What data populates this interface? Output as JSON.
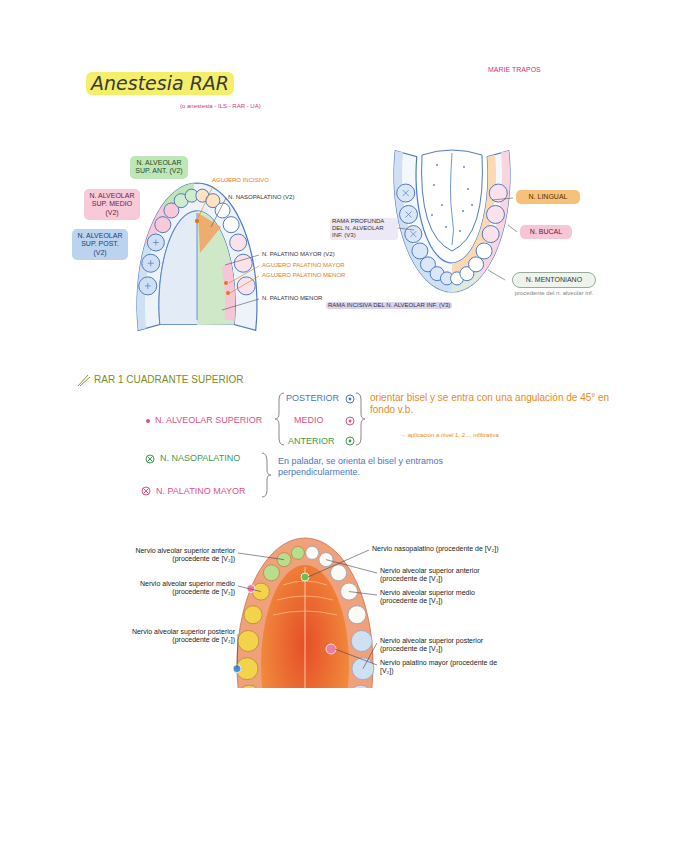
{
  "diagram": {
    "title": "Anestesia RAR",
    "nodes": [
      {
        "text": [
          "N. ALVEOLAR SUP. ANT. (V2)"
        ]
      },
      {
        "text": [
          "N. ALVEOLAR SUP. MEDIO (V2)"
        ]
      },
      {
        "text": [
          "N. ALVEOLAR SUP. POST. (V2)"
        ]
      },
      {
        "text": [
          "N. LINGUAL"
        ]
      },
      {
        "text": [
          "N. BUCAL"
        ]
      },
      {
        "text": [
          "N. MENTONIANO",
          "procedente del n. alveolar inf."
        ]
      }
    ],
    "labels": [
      "MARIE TRAPOS",
      "(o anestesia - ILS - RAR - UA)",
      "AGUJERO INCISIVO",
      "N. NASOPALATINO (V2)",
      "N. PALATINO MAYOR (V2)",
      "AGUJERO PALATINO MAYOR",
      "AGUJERO PALATINO MENOR",
      "N. PALATINO MENOR",
      "RAMA PROFUNDA DEL N. ALVEOLAR INF. (V3)",
      "RAMA INCISIVA DEL N. ALVEOLAR INF. (V3)",
      "RAR 1 CUADRANTE SUPERIOR",
      "N. ALVEOLAR SUPERIOR",
      "POSTERIOR",
      "MEDIO",
      "ANTERIOR",
      "orientar bisel y se entra con una angulación de 45° en fondo v.b.",
      "→ aplicación a nivel 1, 2..., infiltrativa",
      "N. NASOPALATINO",
      "N. PALATINO MAYOR",
      "En paladar, se orienta el bisel y entramos perpendicularmente.",
      "Nervio alveolar superior anterior (procedente de [V₂])",
      "Nervio alveolar superior medio (procedente de [V₂])",
      "Nervio alveolar superior posterior (procedente de [V₂])",
      "Nervio nasopalatino (procedente de [V₂])",
      "Nervio alveolar superior anterior (procedente de [V₂])",
      "Nervio alveolar superior medio (procedente de [V₂])",
      "Nervio alveolar superior posterior (procedente de [V₂])",
      "Nervio palatino mayor (procedente de [V₂])"
    ]
  }
}
